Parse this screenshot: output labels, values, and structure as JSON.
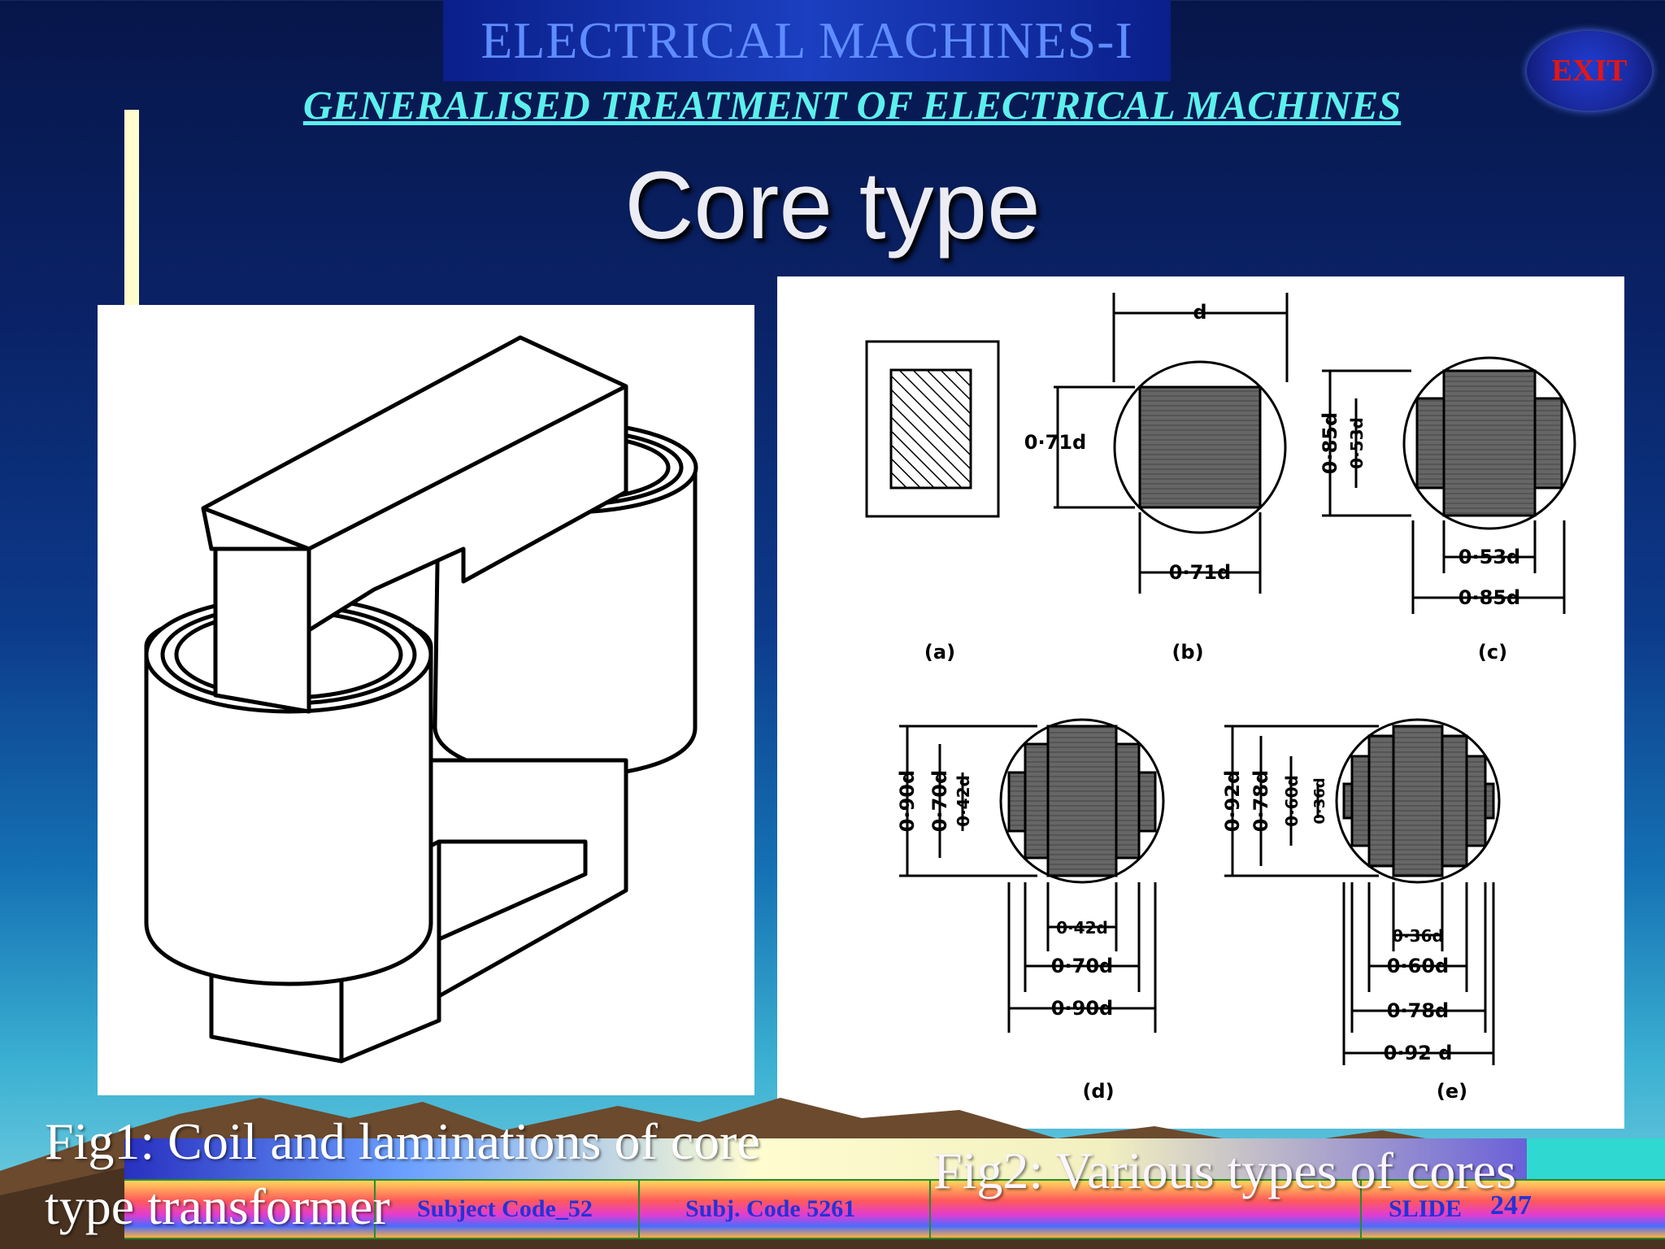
{
  "header": {
    "course_title": "ELECTRICAL  MACHINES-I",
    "topic_title": "GENERALISED TREATMENT OF ELECTRICAL MACHINES",
    "exit_label": "EXIT"
  },
  "slide": {
    "title": "Core type"
  },
  "figures": {
    "fig1_caption": "Fig1: Coil and laminations of core type transformer",
    "fig2_caption": "Fig2: Various types of cores",
    "fig2_labels": {
      "d": "d",
      "a": "(a)",
      "b": "(b)",
      "c": "(c)",
      "dd": "(d)",
      "e": "(e)",
      "b_h": "0·71d",
      "b_w": "0·71d",
      "c_h_outer": "0·85d",
      "c_h_inner": "0·53d",
      "c_w_inner": "0·53d",
      "c_w_outer": "0·85d",
      "d_h1": "0·90d",
      "d_h2": "0·70d",
      "d_h3": "0·42d",
      "d_w1": "0·42d",
      "d_w2": "0·70d",
      "d_w3": "0·90d",
      "e_h1": "0·92d",
      "e_h2": "0·78d",
      "e_h3": "0·60d",
      "e_h4": "0·36d",
      "e_w1": "0·36d",
      "e_w2": "0·60d",
      "e_w3": "0·78d",
      "e_w4": "0·92 d"
    }
  },
  "footer": {
    "left_text": "Subject Code_52",
    "subj_code": "Subj. Code  5261",
    "slide_label": "SLIDE",
    "slide_number": "247"
  },
  "colors": {
    "course_title": "#5f8cff",
    "topic_title": "#5cf0ec",
    "exit_text": "#e11616",
    "footer_text": "#2233d8"
  }
}
